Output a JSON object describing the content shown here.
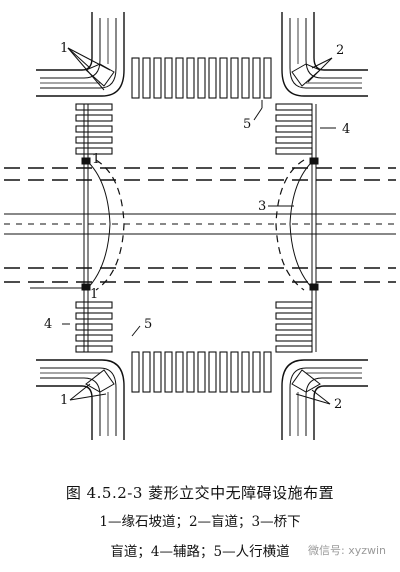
{
  "figure": {
    "title": "图 4.5.2-3   菱形立交中无障碍设施布置",
    "caption_line1": "1—缘石坡道；2—盲道；3—桥下",
    "caption_line2": "盲道；4—辅路；5—人行横道",
    "labels": {
      "label_1": "1",
      "label_2": "2",
      "label_3": "3",
      "label_4": "4",
      "label_5": "5"
    },
    "watermark": "微信号: xyzwin"
  }
}
